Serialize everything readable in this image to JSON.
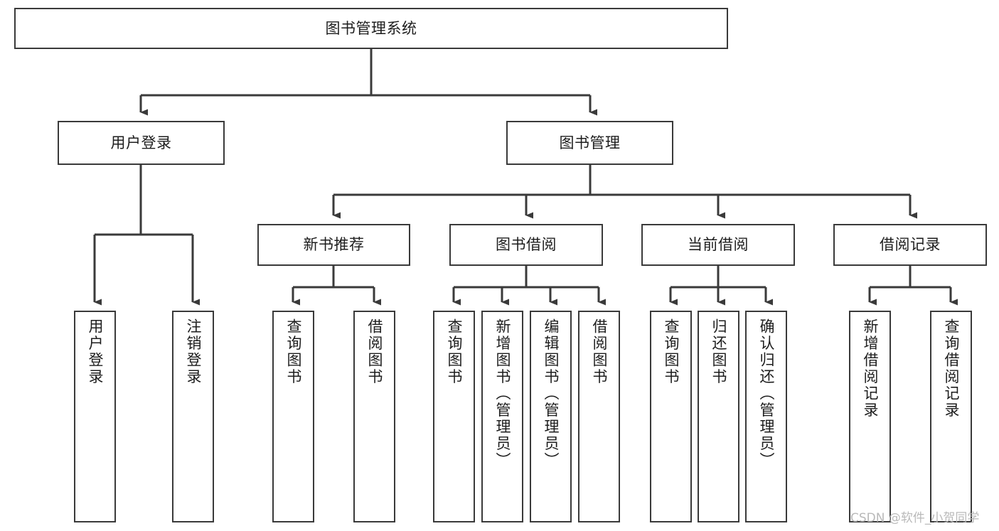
{
  "diagram": {
    "type": "tree-hierarchy-diagram",
    "title": "图书管理系统",
    "colors": {
      "box_border": "#3a3a3a",
      "box_fill": "#ffffff",
      "line": "#3a3a3a",
      "text": "#1d1d1d",
      "background": "#ffffff",
      "watermark": "#b9b9b9"
    },
    "root": {
      "label": "图书管理系统",
      "orientation": "horizontal"
    },
    "level2": [
      {
        "label": "用户登录",
        "orientation": "horizontal"
      },
      {
        "label": "图书管理",
        "orientation": "horizontal"
      }
    ],
    "level3": [
      {
        "label": "新书推荐",
        "orientation": "horizontal"
      },
      {
        "label": "图书借阅",
        "orientation": "horizontal"
      },
      {
        "label": "当前借阅",
        "orientation": "horizontal"
      },
      {
        "label": "借阅记录",
        "orientation": "horizontal"
      }
    ],
    "leaves": {
      "user_login": [
        {
          "label": "用户登录",
          "orientation": "vertical"
        },
        {
          "label": "注销登录",
          "orientation": "vertical"
        }
      ],
      "new_book_recommend": [
        {
          "label": "查询图书",
          "orientation": "vertical"
        },
        {
          "label": "借阅图书",
          "orientation": "vertical"
        }
      ],
      "book_borrow": [
        {
          "label": "查询图书",
          "orientation": "vertical"
        },
        {
          "label": "新增图书（管理员）",
          "orientation": "vertical"
        },
        {
          "label": "编辑图书（管理员）",
          "orientation": "vertical"
        },
        {
          "label": "借阅图书",
          "orientation": "vertical"
        }
      ],
      "current_borrow": [
        {
          "label": "查询图书",
          "orientation": "vertical"
        },
        {
          "label": "归还图书",
          "orientation": "vertical"
        },
        {
          "label": "确认归还（管理员）",
          "orientation": "vertical"
        }
      ],
      "borrow_record": [
        {
          "label": "新增借阅记录",
          "orientation": "vertical"
        },
        {
          "label": "查询借阅记录",
          "orientation": "vertical"
        }
      ]
    },
    "watermark": "CSDN @软件_小贺同学"
  }
}
